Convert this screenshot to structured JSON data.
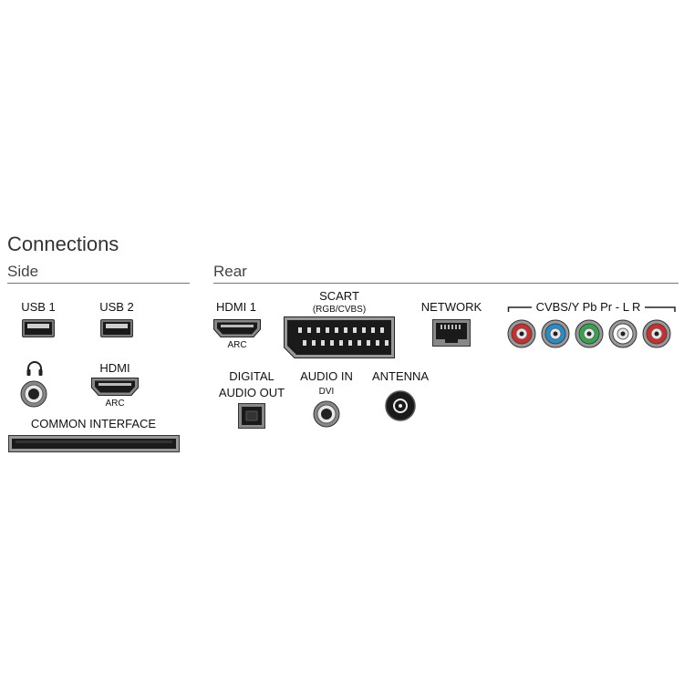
{
  "title": "Connections",
  "sections": {
    "side": "Side",
    "rear": "Rear"
  },
  "side": {
    "usb1": "USB 1",
    "usb2": "USB 2",
    "hdmi": "HDMI",
    "hdmi_sub": "ARC",
    "common_interface": "COMMON INTERFACE"
  },
  "rear": {
    "hdmi1": "HDMI 1",
    "hdmi1_sub": "ARC",
    "scart": "SCART",
    "scart_sub": "(RGB/CVBS)",
    "network": "NETWORK",
    "cvbs": "CVBS/Y Pb Pr - L R",
    "digital_audio_1": "DIGITAL",
    "digital_audio_2": "AUDIO OUT",
    "audio_in": "AUDIO IN",
    "audio_in_sub": "DVI",
    "antenna": "ANTENNA"
  },
  "rca_colors": [
    "#d42a2a",
    "#1f8fd0",
    "#2fa84a",
    "#ffffff",
    "#d42a2a"
  ],
  "icons": {
    "usb": "usb-port-icon",
    "headphone": "headphone-icon",
    "hdmi": "hdmi-port-icon",
    "scart": "scart-port-icon",
    "network": "ethernet-port-icon",
    "rca": "rca-jack-icon",
    "optical": "optical-port-icon",
    "jack": "audio-jack-icon",
    "antenna": "antenna-port-icon",
    "ci": "ci-slot-icon"
  }
}
